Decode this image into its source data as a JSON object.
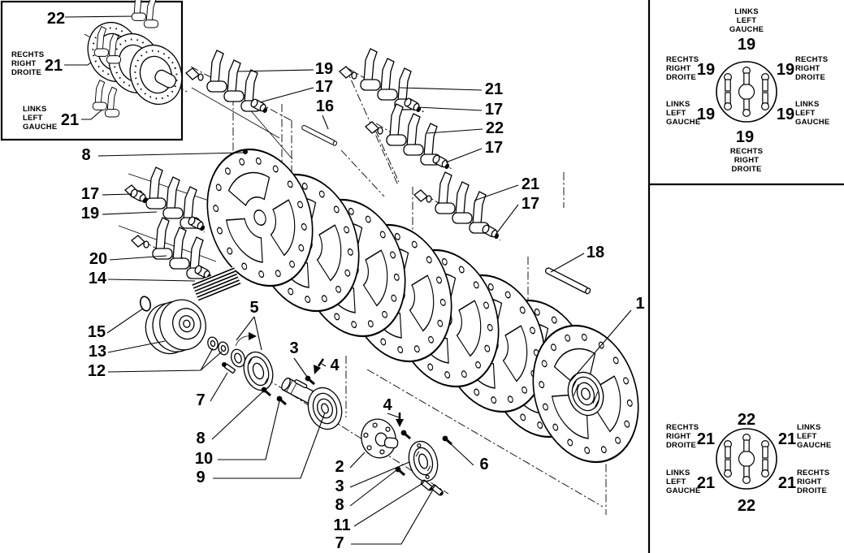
{
  "colors": {
    "ink": "#000000",
    "background": "#ffffff"
  },
  "inset": {
    "num_22": "22",
    "num_21_right": "21",
    "num_21_left": "21",
    "right_block": [
      "RECHTS",
      "RIGHT",
      "DROITE"
    ],
    "left_block": [
      "LINKS",
      "LEFT",
      "GAUCHE"
    ]
  },
  "panel_top": {
    "top": {
      "words": [
        "LINKS",
        "LEFT",
        "GAUCHE"
      ],
      "num": "19"
    },
    "left_upper": {
      "words": [
        "RECHTS",
        "RIGHT",
        "DROITE"
      ],
      "num": "19"
    },
    "right_upper": {
      "words": [
        "RECHTS",
        "RIGHT",
        "DROITE"
      ],
      "num": "19"
    },
    "left_lower": {
      "words": [
        "LINKS",
        "LEFT",
        "GAUCHE"
      ],
      "num": "19"
    },
    "right_lower": {
      "words": [
        "LINKS",
        "LEFT",
        "GAUCHE"
      ],
      "num": "19"
    },
    "bottom": {
      "words": [
        "RECHTS",
        "RIGHT",
        "DROITE"
      ],
      "num": "19"
    }
  },
  "panel_bottom": {
    "top_num": "22",
    "bottom_num": "22",
    "left_upper": {
      "words": [
        "RECHTS",
        "RIGHT",
        "DROITE"
      ],
      "num": "21"
    },
    "right_upper": {
      "words": [
        "LINKS",
        "LEFT",
        "GAUCHE"
      ],
      "num": "21"
    },
    "left_lower": {
      "words": [
        "LINKS",
        "LEFT",
        "GAUCHE"
      ],
      "num": "21"
    },
    "right_lower": {
      "words": [
        "RECHTS",
        "RIGHT",
        "DROITE"
      ],
      "num": "21"
    }
  },
  "callouts": {
    "n8_top": "8",
    "n17_left": "17",
    "n19_left": "19",
    "n20": "20",
    "n14": "14",
    "n15": "15",
    "n13": "13",
    "n12": "12",
    "n7_left": "7",
    "n8_mid": "8",
    "n10": "10",
    "n9": "9",
    "n19_top": "19",
    "n17_top": "17",
    "n16": "16",
    "n21_b": "21",
    "n17_b": "17",
    "n22_c": "22",
    "n17_c": "17",
    "n21_d": "21",
    "n17_d": "17",
    "n18": "18",
    "n1": "1",
    "n5": "5",
    "n3_a": "3",
    "n4_a": "4",
    "n4_b": "4",
    "n6": "6",
    "n2": "2",
    "n3_b": "3",
    "n8_b": "8",
    "n11": "11",
    "n7_b": "7"
  }
}
